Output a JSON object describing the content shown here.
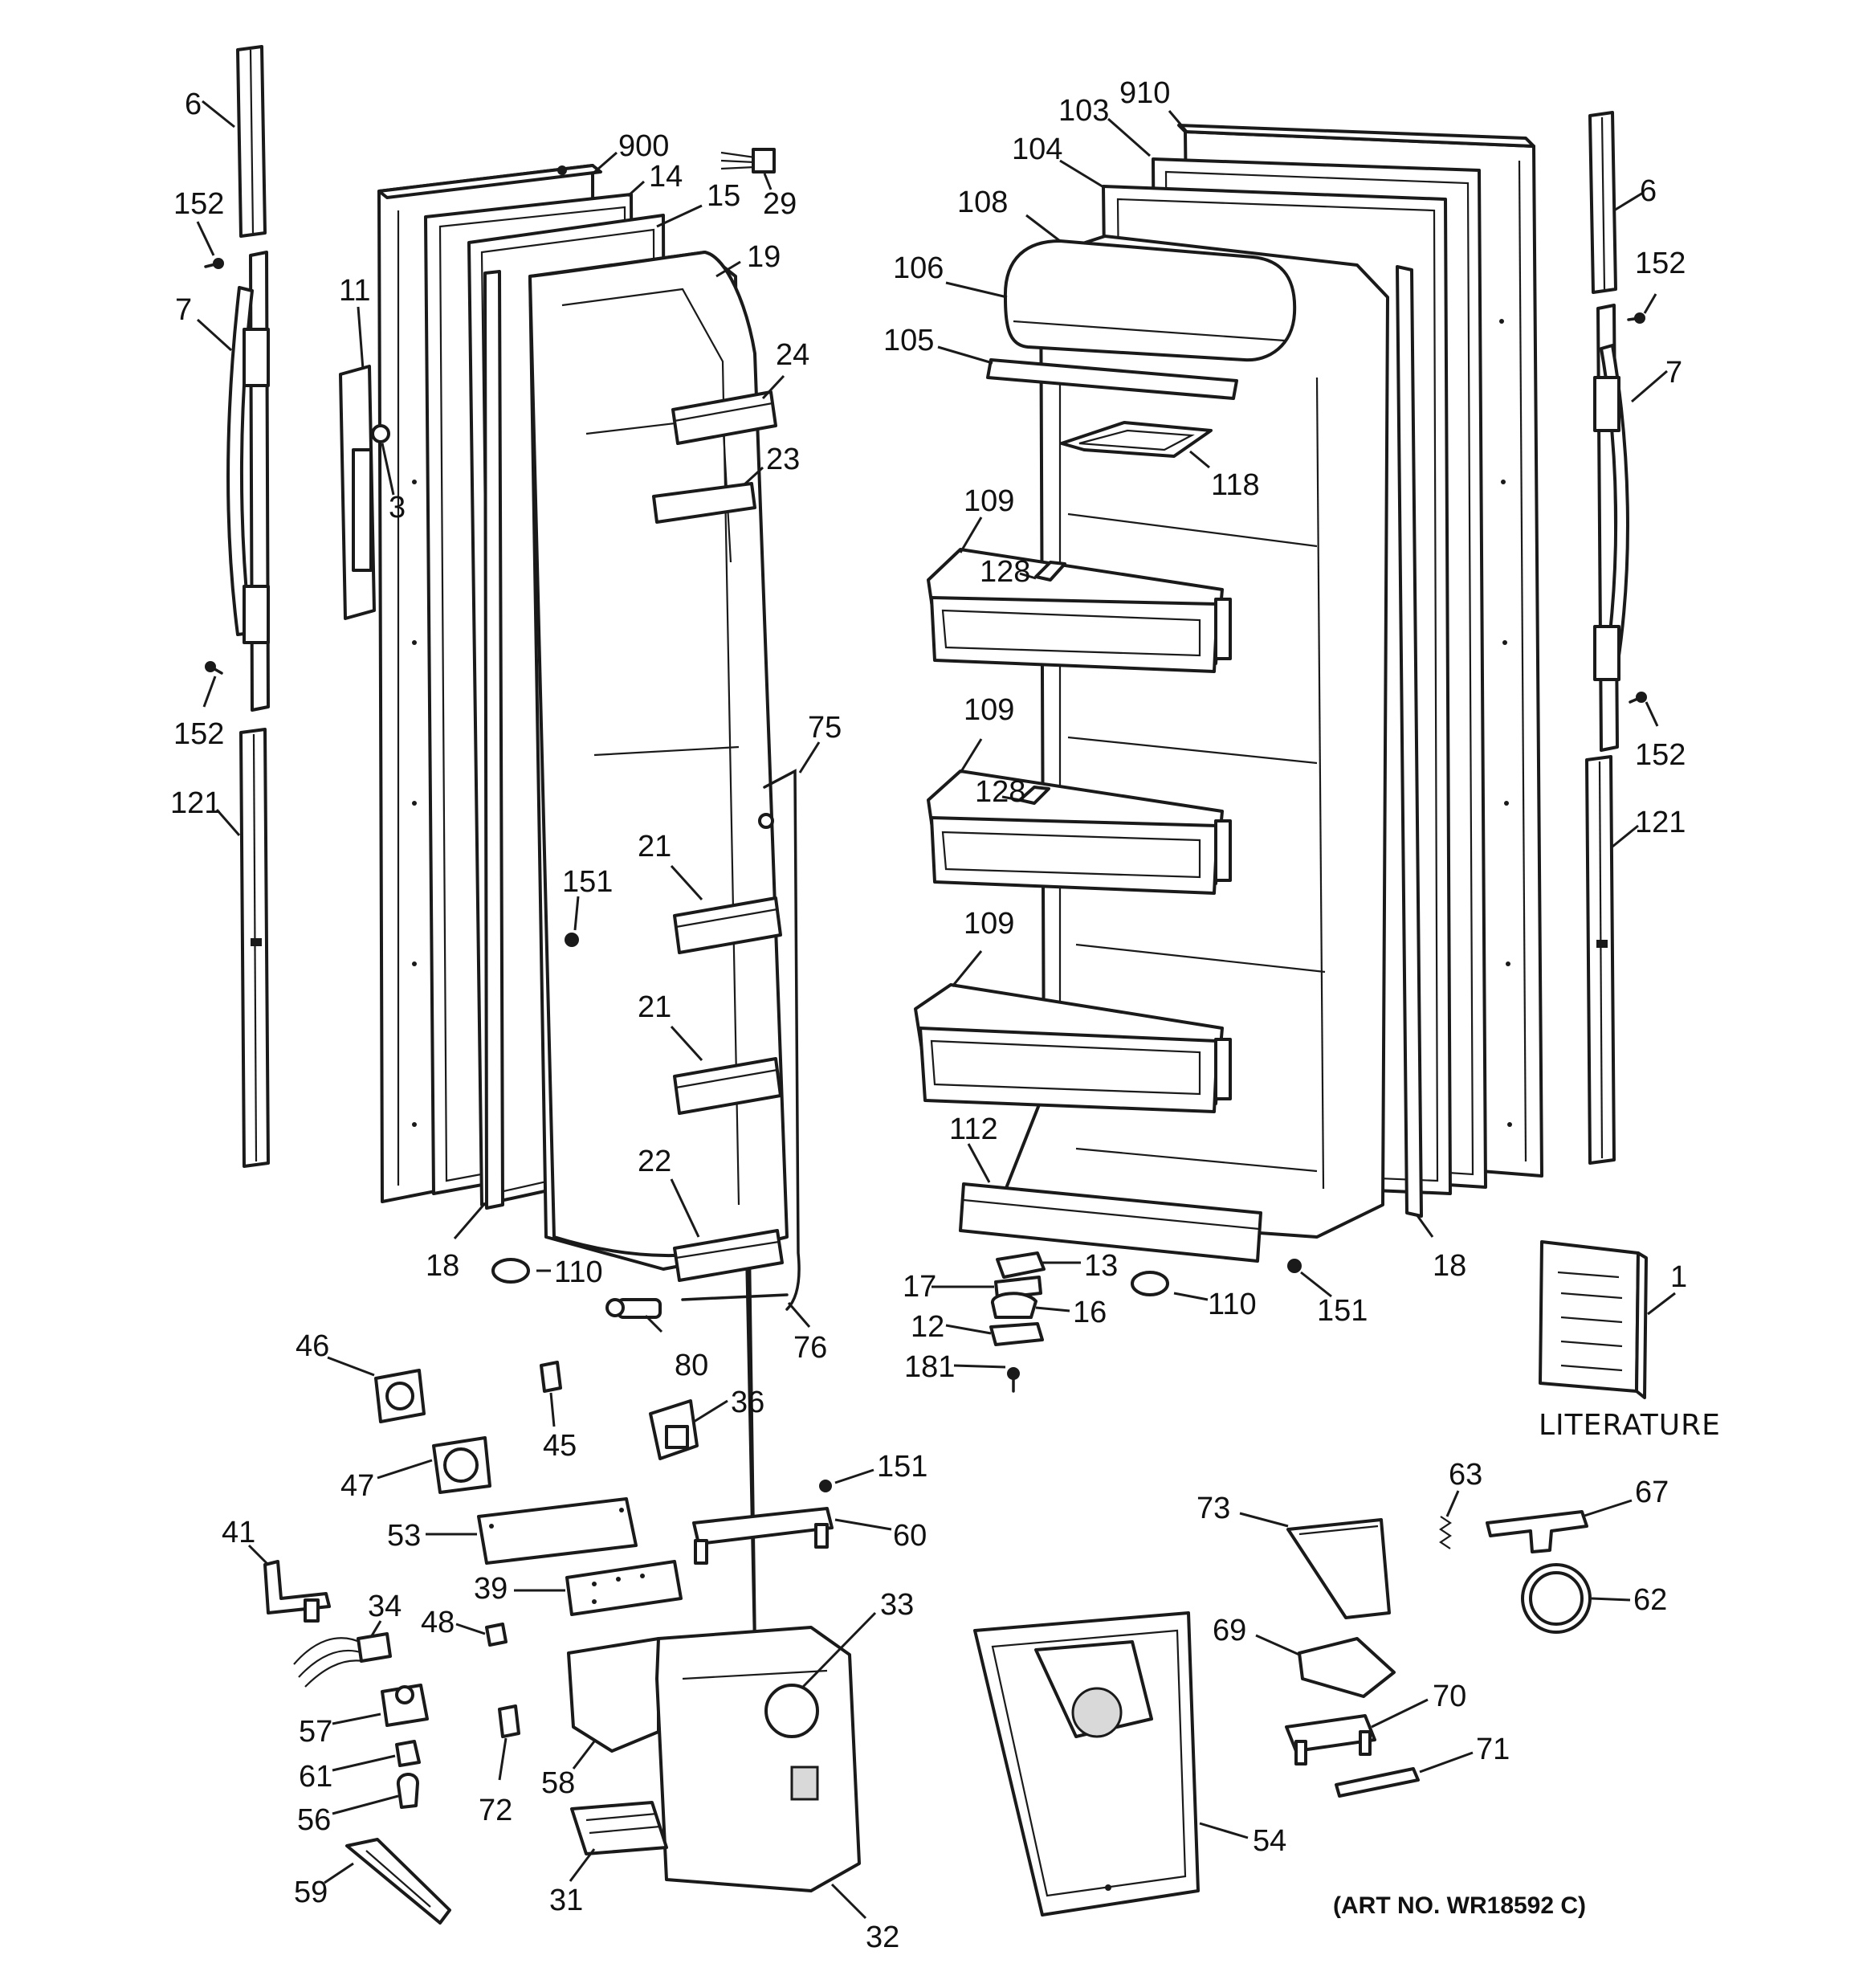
{
  "labels": {
    "l6a": "6",
    "l152a": "152",
    "l7a": "7",
    "l152b": "152",
    "l121a": "121",
    "l11": "11",
    "l3": "3",
    "l900": "900",
    "l14": "14",
    "l15": "15",
    "l29": "29",
    "l19": "19",
    "l24": "24",
    "l23": "23",
    "l75": "75",
    "l151a": "151",
    "l21a": "21",
    "l21b": "21",
    "l22": "22",
    "l18a": "18",
    "l110a": "110",
    "l80": "80",
    "l76": "76",
    "l103": "103",
    "l910": "910",
    "l104": "104",
    "l108": "108",
    "l106": "106",
    "l105": "105",
    "l118": "118",
    "l109a": "109",
    "l128a": "128",
    "l109b": "109",
    "l128b": "128",
    "l109c": "109",
    "l112": "112",
    "l13": "13",
    "l17": "17",
    "l16": "16",
    "l12": "12",
    "l181": "181",
    "l110b": "110",
    "l151b": "151",
    "l18b": "18",
    "l6b": "6",
    "l152c": "152",
    "l7b": "7",
    "l152d": "152",
    "l121b": "121",
    "l1": "1",
    "l46": "46",
    "l45": "45",
    "l36": "36",
    "l47": "47",
    "l151c": "151",
    "l53": "53",
    "l60": "60",
    "l41": "41",
    "l39": "39",
    "l34": "34",
    "l48": "48",
    "l33": "33",
    "l57": "57",
    "l61": "61",
    "l58": "58",
    "l56": "56",
    "l72": "72",
    "l59": "59",
    "l31": "31",
    "l32": "32",
    "l73": "73",
    "l63": "63",
    "l67": "67",
    "l62": "62",
    "l69": "69",
    "l70": "70",
    "l71": "71",
    "l54": "54"
  },
  "literature_caption": "LITERATURE",
  "art_number": "(ART NO. WR18592 C)"
}
